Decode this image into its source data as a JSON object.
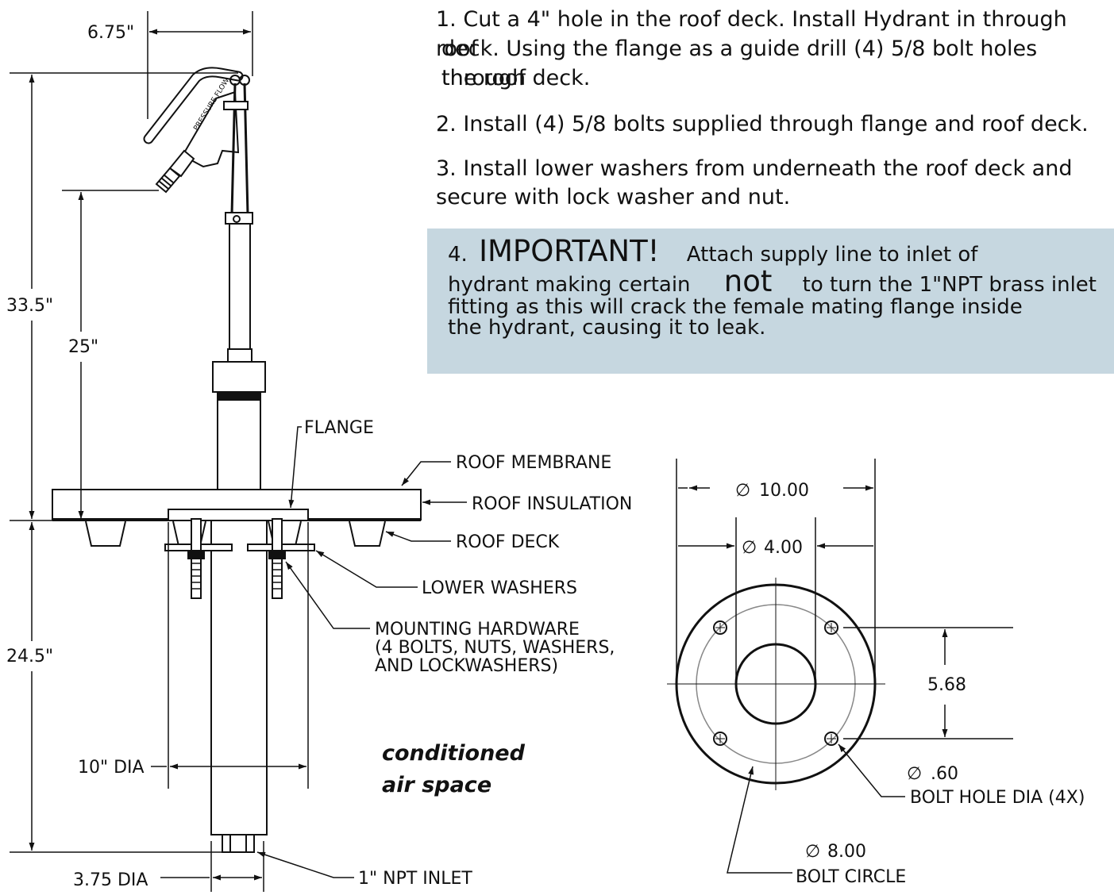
{
  "notes": {
    "n1_line1": "1.  Cut a 4\" hole in the roof deck.  Install Hydrant in through roof",
    "n1_line2": "deck.  Using the flange as a guide drill (4) 5/8 bolt holes through",
    "n1_line3": "the roof deck.",
    "n2": "2.  Install (4) 5/8 bolts supplied through flange and roof deck.",
    "n3_line1": "3.  Install lower washers from underneath the roof deck and",
    "n3_line2": "secure with lock washer and nut.",
    "n4_num": "4.",
    "n4_important": "IMPORTANT!",
    "n4_a": "Attach supply line to inlet of",
    "n4_b": "hydrant making certain",
    "n4_not": "not",
    "n4_c": "to turn the 1\"NPT brass inlet",
    "n4_line3": "fitting as this will crack the female mating flange inside",
    "n4_line4": "the hydrant, causing it to leak."
  },
  "hydrant_dims": {
    "top_width": "6.75\"",
    "total_height": "33.5\"",
    "above_roof": "25\"",
    "below_roof": "24.5\"",
    "flange_dia": "10\" DIA",
    "pipe_dia": "3.75 DIA"
  },
  "labels": {
    "flange": "FLANGE",
    "roof_membrane": "ROOF MEMBRANE",
    "roof_insulation": "ROOF INSULATION",
    "roof_deck": "ROOF DECK",
    "lower_washers": "LOWER WASHERS",
    "mounting_1": "MOUNTING HARDWARE",
    "mounting_2": "(4 BOLTS, NUTS, WASHERS,",
    "mounting_3": "AND LOCKWASHERS)",
    "inlet": "1\" NPT INLET",
    "conditioned_1": "conditioned",
    "conditioned_2": "air space",
    "brand": "PRESSURE FLOW"
  },
  "flange_view": {
    "outer_dia": "10.00",
    "inner_dia": "4.00",
    "bolt_spacing": "5.68",
    "hole_dia": ".60",
    "hole_label": "BOLT HOLE DIA (4X)",
    "circle_dia": "8.00",
    "circle_label": "BOLT CIRCLE",
    "dia_symbol": "∅"
  },
  "colors": {
    "callout_bg": "#c6d7e0",
    "line": "#111111"
  }
}
